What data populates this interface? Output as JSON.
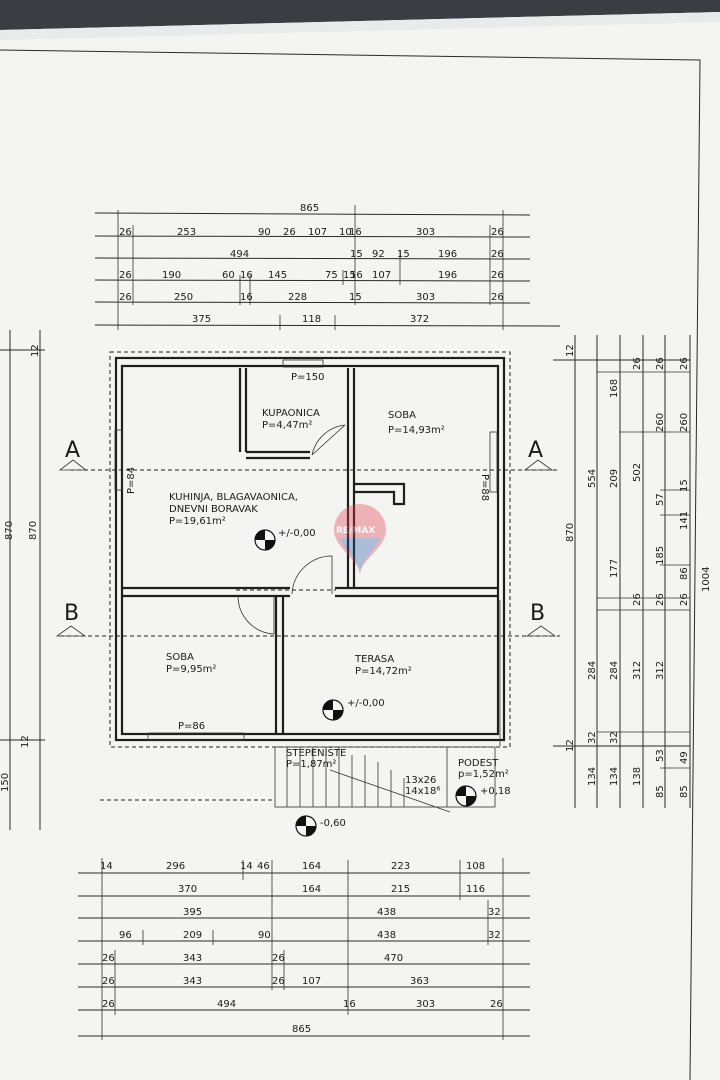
{
  "plan": {
    "rooms": [
      {
        "id": "kupaonica",
        "name": "KUPAONICA",
        "area": "P=4,47m²"
      },
      {
        "id": "soba1",
        "name": "SOBA",
        "area": "P=14,93m²"
      },
      {
        "id": "kuhinja",
        "name": "KUHINJA, BLAGAVAONICA,",
        "name2": "DNEVNI BORAVAK",
        "area": "P=19,61m²"
      },
      {
        "id": "soba2",
        "name": "SOBA",
        "area": "P=9,95m²"
      },
      {
        "id": "terasa",
        "name": "TERASA",
        "area": "P=14,72m²"
      },
      {
        "id": "stepeniste",
        "name": "STEPENIŠTE",
        "area": "P=1,87m²"
      },
      {
        "id": "podest",
        "name": "PODEST",
        "area": "p=1,52m²"
      }
    ],
    "levels": [
      "+/-0,00",
      "+/-0,00",
      "-0,60",
      "+0,18"
    ],
    "stairs": [
      "13x26",
      "14x18⁶"
    ],
    "sections": [
      "A",
      "A",
      "B",
      "B"
    ],
    "windows": [
      "P=150",
      "P=84",
      "P=88",
      "P=86"
    ],
    "logo": "RE/MAX",
    "dims_top": [
      [
        "865"
      ],
      [
        "26",
        "253",
        "90",
        "26",
        "107",
        "10",
        "16",
        "303",
        "26"
      ],
      [
        "494",
        "15",
        "92",
        "15",
        "196",
        "26"
      ],
      [
        "26",
        "190",
        "60",
        "16",
        "145",
        "75",
        "15",
        "16",
        "107",
        "196",
        "26"
      ],
      [
        "26",
        "250",
        "16",
        "228",
        "15",
        "303",
        "26"
      ],
      [
        "375",
        "118",
        "372"
      ]
    ],
    "dims_bottom": [
      [
        "14",
        "296",
        "14",
        "46",
        "164",
        "223",
        "108"
      ],
      [
        "370",
        "164",
        "215",
        "116"
      ],
      [
        "395",
        "438",
        "32"
      ],
      [
        "96",
        "209",
        "90",
        "438",
        "32"
      ],
      [
        "26",
        "343",
        "26",
        "470"
      ],
      [
        "26",
        "343",
        "26",
        "107",
        "363"
      ],
      [
        "26",
        "494",
        "16",
        "303",
        "26"
      ],
      [
        "865"
      ]
    ],
    "dims_right": [
      [
        "12",
        "26",
        "26",
        "26"
      ],
      [
        "168",
        "554",
        "209",
        "502",
        "260",
        "260"
      ],
      [
        "15",
        "57",
        "141"
      ],
      [
        "870",
        "177",
        "185",
        "86",
        "1004"
      ],
      [
        "26",
        "26",
        "26"
      ],
      [
        "284",
        "284",
        "312",
        "312"
      ],
      [
        "12",
        "32",
        "32"
      ],
      [
        "134",
        "134",
        "138",
        "53",
        "49"
      ],
      [
        "85",
        "85"
      ]
    ],
    "dims_left": [
      "12",
      "870",
      "870",
      "12",
      "150"
    ]
  }
}
